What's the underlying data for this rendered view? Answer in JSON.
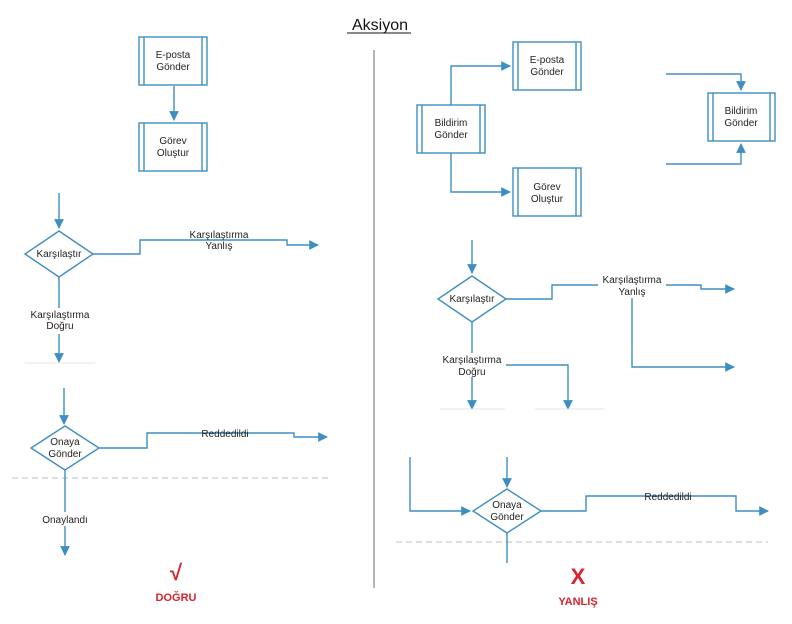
{
  "title": "Aksiyon",
  "left": {
    "send_email": [
      "E-posta",
      "Gönder"
    ],
    "create_task": [
      "Görev",
      "Oluştur"
    ],
    "compare": "Karşılaştır",
    "compare_false": [
      "Karşılaştırma",
      "Yanlış"
    ],
    "compare_true": [
      "Karşılaştırma",
      "Doğru"
    ],
    "approval": [
      "Onaya",
      "Gönder"
    ],
    "rejected": "Reddedildi",
    "approved": "Onaylandı",
    "verdict_mark": "√",
    "verdict_label": "DOĞRU"
  },
  "right": {
    "send_notification": [
      "Bildirim",
      "Gönder"
    ],
    "send_email": [
      "E-posta",
      "Gönder"
    ],
    "create_task": [
      "Görev",
      "Oluştur"
    ],
    "send_notification_2": [
      "Bildirim",
      "Gönder"
    ],
    "compare": "Karşılaştır",
    "compare_false": [
      "Karşılaştırma",
      "Yanlış"
    ],
    "compare_true": [
      "Karşılaştırma",
      "Doğru"
    ],
    "approval": [
      "Onaya",
      "Gönder"
    ],
    "rejected": "Reddedildi",
    "verdict_mark": "X",
    "verdict_label": "YANLIŞ"
  },
  "colors": {
    "line": "#3e8ec2",
    "verdict": "#d9232e"
  }
}
